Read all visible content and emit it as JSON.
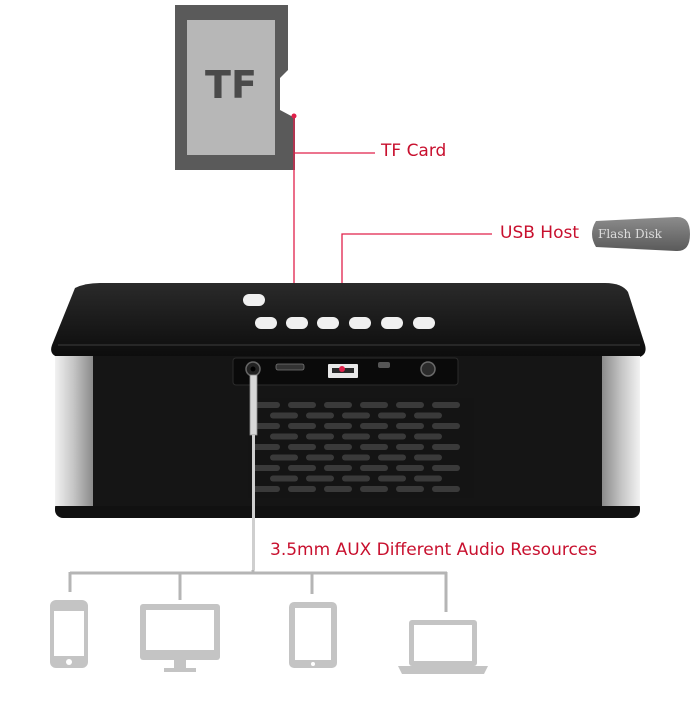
{
  "tf_card_icon_text": "TF",
  "flash_disk_text": "Flash Disk",
  "callouts": {
    "tf_card": "TF Card",
    "usb_host": "USB Host",
    "aux": "3.5mm AUX Different Audio Resources"
  },
  "devices": [
    {
      "icon": "smartphone-icon"
    },
    {
      "icon": "desktop-monitor-icon"
    },
    {
      "icon": "tablet-icon"
    },
    {
      "icon": "laptop-icon"
    }
  ],
  "colors": {
    "callout_line": "#e0204a",
    "callout_text": "#c8102e",
    "device_gray": "#b5b5b5",
    "speaker_body": "#1b1b1b",
    "speaker_silver": "#cfcfcf"
  }
}
